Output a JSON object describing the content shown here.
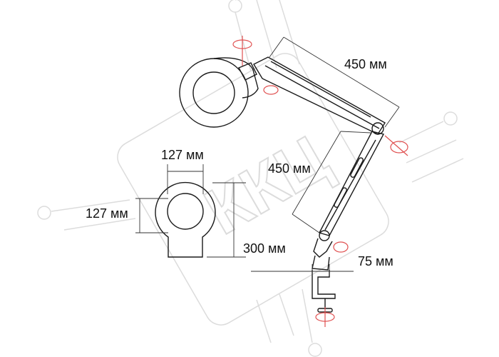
{
  "watermark": {
    "text": "ККЦ",
    "color": "#dcdcdc"
  },
  "dimensions": {
    "upper_arm": "450 мм",
    "lower_arm": "450 мм",
    "lens_width": "127 мм",
    "lens_height": "127 мм",
    "head_height": "300 мм",
    "clamp_width": "75 мм"
  },
  "colors": {
    "line": "#1a1a1a",
    "dimension_line": "#333333",
    "rotation_arrow": "#e05050"
  },
  "icons": [
    "rotation-arrow-icon"
  ]
}
